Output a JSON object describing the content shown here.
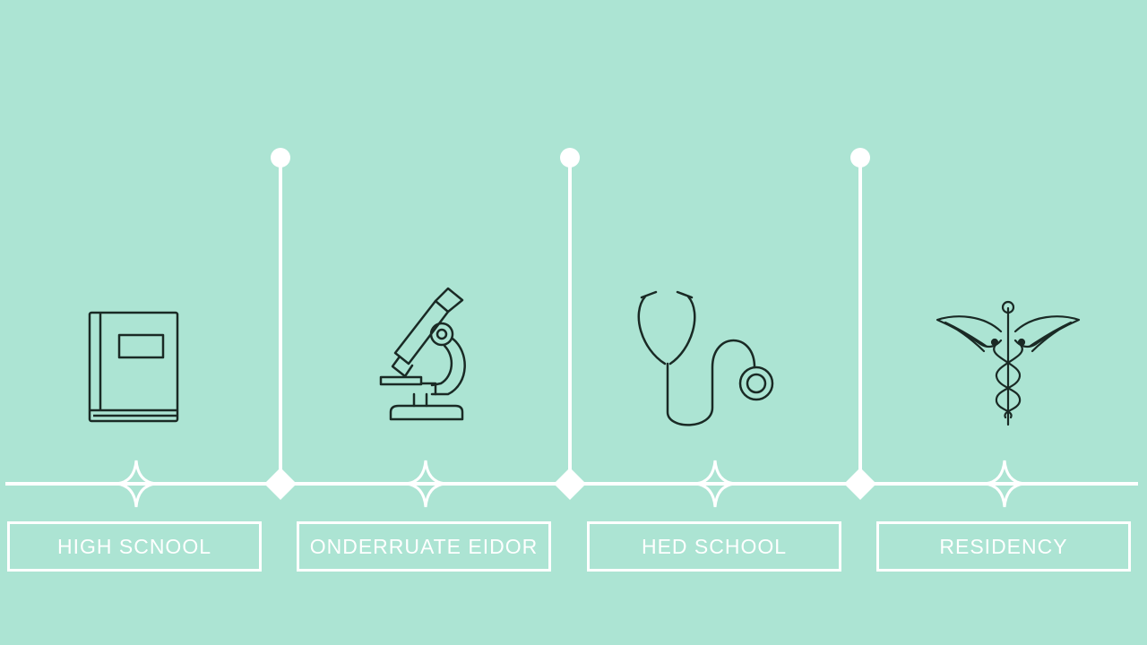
{
  "colors": {
    "background": "#ace4d3",
    "timeline": "#ffffff",
    "icon_stroke": "#1a2a25"
  },
  "stages": [
    {
      "label": "HIGH SCNOOL",
      "icon": "book-icon"
    },
    {
      "label": "ONDERRUATE EIDOR",
      "icon": "microscope-icon"
    },
    {
      "label": "HED SCHOOL",
      "icon": "stethoscope-icon"
    },
    {
      "label": "RESIDENCY",
      "icon": "caduceus-icon"
    }
  ]
}
